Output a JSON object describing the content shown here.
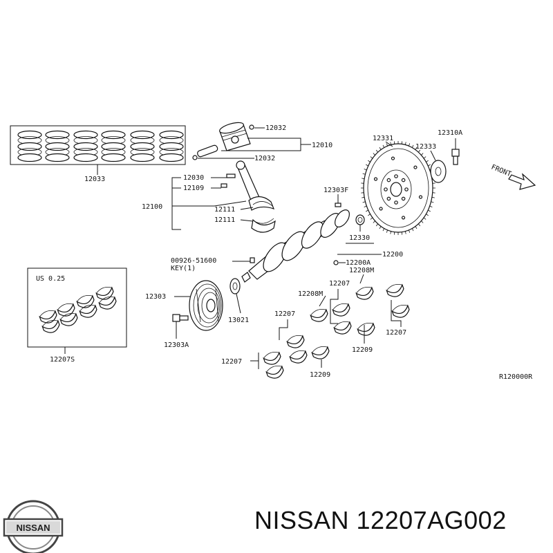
{
  "labels": {
    "ring_set": "12033",
    "pin_clip_top": "12032",
    "piston": "12010",
    "pin_clip_bottom": "12032",
    "rod_nut": "12030",
    "rod_bolt": "12109",
    "rod_assy": "12100",
    "rod_bearing_a": "12111",
    "rod_bearing_b": "12111",
    "pilot_bushing": "12303F",
    "key_part_no": "00926-51600",
    "key_text": "KEY(1)",
    "pulley": "12303",
    "pulley_bolt": "12303A",
    "front_seal": "13021",
    "rear_seal": "12330",
    "crankshaft": "12200",
    "crank_plug": "12200A",
    "flywheel": "12331",
    "flywheel_plate": "12333",
    "flywheel_bolt": "12310A",
    "thrust_upper_a": "12208M",
    "thrust_upper_b": "12208M",
    "main_bearing_a": "12207",
    "main_bearing_b": "12207",
    "main_bearing_c": "12207",
    "main_bearing_d": "12207",
    "thrust_washer_a": "12209",
    "thrust_washer_b": "12209",
    "undersize": "US 0.25",
    "undersize_set": "12207S",
    "front": "FRONT",
    "diagram_code": "R120000R"
  },
  "brand": {
    "logo_text": "NISSAN",
    "caption": "NISSAN 12207AG002"
  }
}
